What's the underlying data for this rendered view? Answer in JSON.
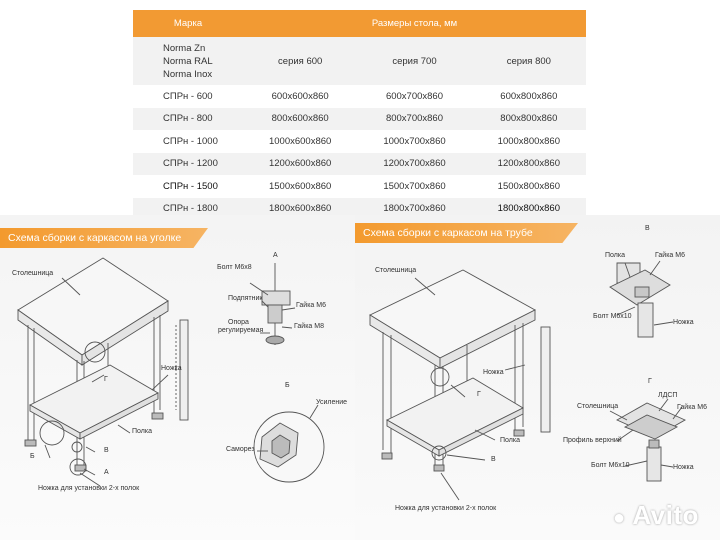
{
  "table": {
    "col_mark": "Марка",
    "col_sizes": "Размеры стола, мм",
    "brands": [
      "Norma Zn",
      "Norma RAL",
      "Norma Inox"
    ],
    "series": [
      "серия 600",
      "серия 700",
      "серия 800"
    ],
    "rows": [
      {
        "mark": "СПРн - 600",
        "v": [
          "600x600x860",
          "600x700x860",
          "600x800x860"
        ]
      },
      {
        "mark": "СПРн - 800",
        "v": [
          "800x600x860",
          "800x700x860",
          "800x800x860"
        ]
      },
      {
        "mark": "СПРн - 1000",
        "v": [
          "1000x600x860",
          "1000x700x860",
          "1000x800x860"
        ]
      },
      {
        "mark": "СПРн - 1200",
        "v": [
          "1200x600x860",
          "1200x700x860",
          "1200x800x860"
        ]
      },
      {
        "mark": "СПРн - 1500",
        "v": [
          "1500x600x860",
          "1500x700x860",
          "1500x800x860"
        ]
      },
      {
        "mark": "СПРн - 1800",
        "v": [
          "1800x600x860",
          "1800x700x860",
          "1800x800x860"
        ]
      }
    ]
  },
  "left": {
    "banner": "Схема сборки с каркасом на уголке",
    "labels": {
      "top": "Столешница",
      "leg": "Ножка",
      "shelf": "Полка",
      "g": "Г",
      "b": "Б",
      "v": "В",
      "a": "А",
      "foot": "Ножка для установки 2-х полок",
      "detA": "А",
      "bolt": "Болт М6х8",
      "sub": "Подпятник",
      "nut6": "Гайка М6",
      "support1": "Опора",
      "support2": "регулируемая",
      "nut8": "Гайка М8",
      "detB": "Б",
      "reinf": "Усиление",
      "screw": "Саморез"
    }
  },
  "right": {
    "banner": "Схема сборки с каркасом на трубе",
    "labels": {
      "top": "Столешница",
      "leg": "Ножка",
      "shelf": "Полка",
      "g": "Г",
      "v": "В",
      "foot": "Ножка для установки 2-х полок",
      "detV": "В",
      "polka": "Полка",
      "nut6a": "Гайка М6",
      "bolt10a": "Болт М6х10",
      "nozhka1": "Ножка",
      "detG": "Г",
      "ldsp": "ЛДСП",
      "stol": "Столешница",
      "nut6b": "Гайка М6",
      "profile": "Профиль верхний",
      "bolt10b": "Болт М6х10",
      "nozhka2": "Ножка"
    }
  },
  "watermark": "Avito"
}
